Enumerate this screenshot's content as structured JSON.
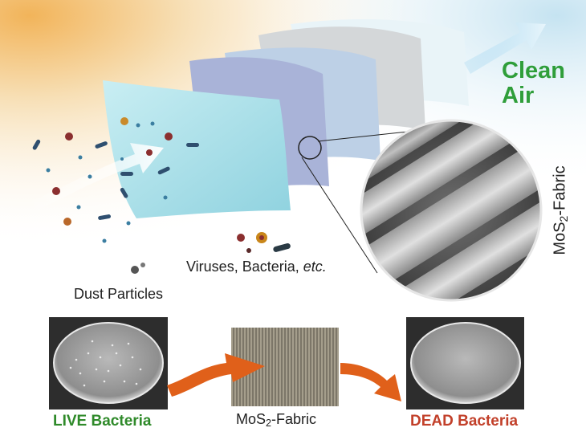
{
  "labels": {
    "clean_air_line1": "Clean",
    "clean_air_line2": "Air",
    "fabric_vertical": {
      "pre": "MoS",
      "sub": "2",
      "post": "-Fabric"
    },
    "pathogens": {
      "main": "Viruses, Bacteria, ",
      "italic": "etc."
    },
    "dust": "Dust Particles",
    "live": "LIVE Bacteria",
    "fabric_bottom": {
      "pre": "MoS",
      "sub": "2",
      "post": "-Fabric"
    },
    "dead": "DEAD Bacteria"
  },
  "icons": [
    "virus-icon",
    "bacteria-icon",
    "dust-particle-icon",
    "airflow-arrow-icon",
    "process-arrow-icon",
    "petri-dish-icon",
    "fabric-swatch-icon"
  ],
  "colors": {
    "clean_air": "#2f9e3a",
    "live": "#2f8a2a",
    "dead": "#c2402a",
    "arrow": "#e0601a"
  }
}
